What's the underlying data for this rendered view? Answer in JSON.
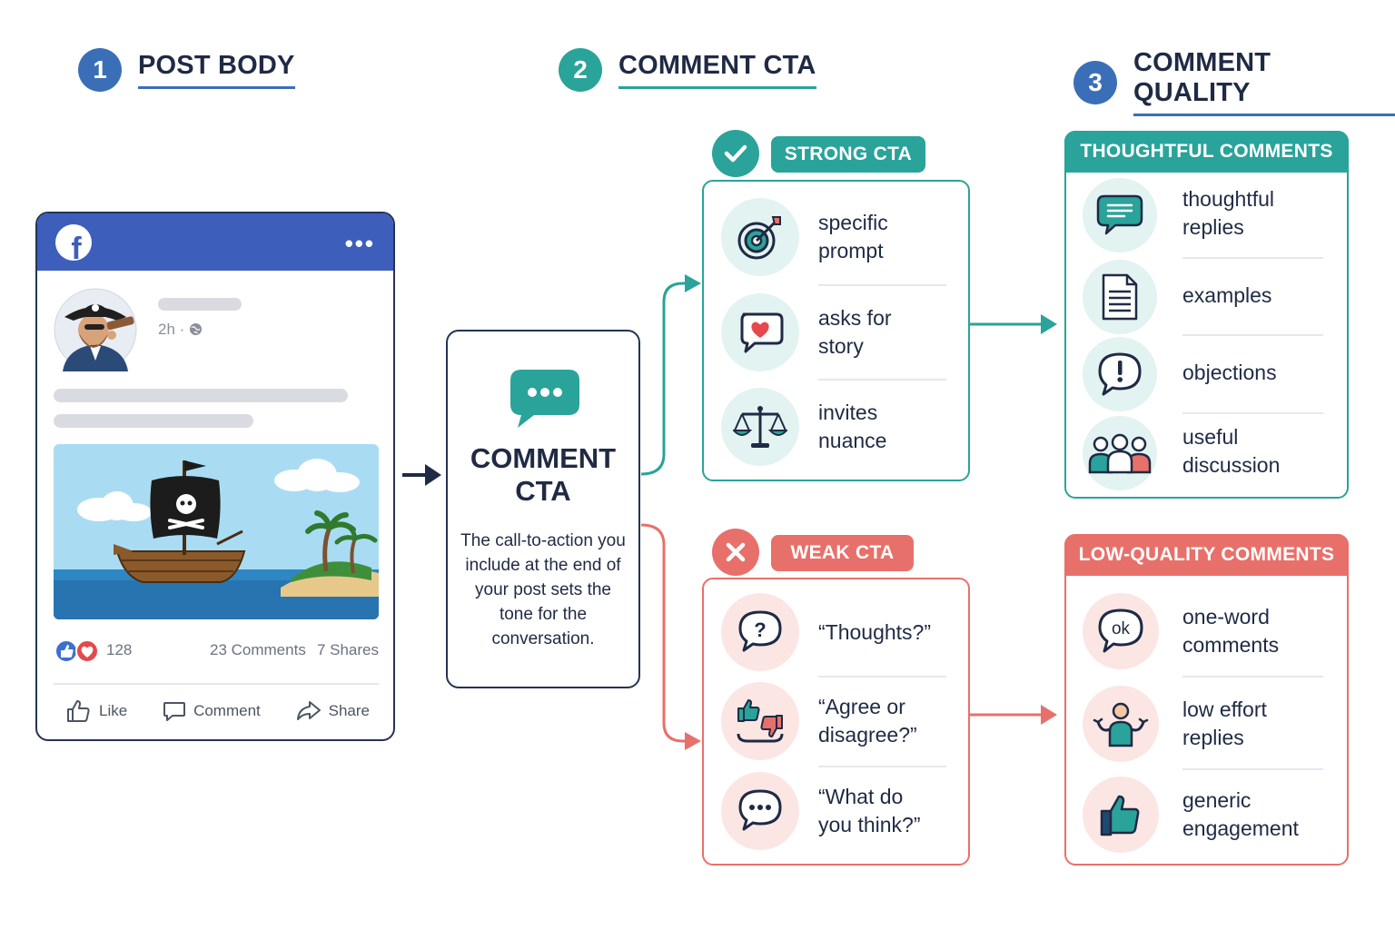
{
  "steps": [
    {
      "number": "1",
      "title": "POST BODY",
      "color": "#3a6fb8"
    },
    {
      "number": "2",
      "title": "COMMENT CTA",
      "color": "#2aa39a"
    },
    {
      "number": "3",
      "title": "COMMENT QUALITY",
      "color": "#3a6fb8"
    }
  ],
  "post": {
    "time": "2h ·",
    "reactions_count": "128",
    "comments": "23 Comments",
    "shares": "7 Shares",
    "actions": {
      "like": "Like",
      "comment": "Comment",
      "share": "Share"
    }
  },
  "cta": {
    "title_line1": "COMMENT",
    "title_line2": "CTA",
    "description": "The call-to-action you include at the end of your post sets the tone for the conversation."
  },
  "strong": {
    "label": "STRONG CTA",
    "items": [
      {
        "line1": "specific",
        "line2": "prompt",
        "icon": "target-icon"
      },
      {
        "line1": "asks for",
        "line2": "story",
        "icon": "heart-bubble-icon"
      },
      {
        "line1": "invites",
        "line2": "nuance",
        "icon": "scales-icon"
      }
    ]
  },
  "weak": {
    "label": "WEAK CTA",
    "items": [
      {
        "line1": "“Thoughts?”",
        "line2": "",
        "icon": "question-bubble-icon"
      },
      {
        "line1": "“Agree or",
        "line2": "disagree?”",
        "icon": "thumbs-up-down-icon"
      },
      {
        "line1": "“What do",
        "line2": "you think?”",
        "icon": "ellipsis-bubble-icon"
      }
    ]
  },
  "thoughtful": {
    "header": "THOUGHTFUL COMMENTS",
    "items": [
      {
        "line1": "thoughtful",
        "line2": "replies",
        "icon": "chat-bubble-icon"
      },
      {
        "line1": "examples",
        "line2": "",
        "icon": "document-icon"
      },
      {
        "line1": "objections",
        "line2": "",
        "icon": "exclamation-bubble-icon"
      },
      {
        "line1": "useful",
        "line2": "discussion",
        "icon": "people-group-icon"
      }
    ]
  },
  "lowq": {
    "header": "LOW-QUALITY COMMENTS",
    "items": [
      {
        "line1": "one-word",
        "line2": "comments",
        "icon": "ok-bubble-icon",
        "bubble_text": "ok"
      },
      {
        "line1": "low effort",
        "line2": "replies",
        "icon": "shrug-person-icon"
      },
      {
        "line1": "generic",
        "line2": "engagement",
        "icon": "thumbs-up-icon"
      }
    ]
  },
  "colors": {
    "teal": "#2aa39a",
    "red": "#e8706a",
    "blue": "#3a6fb8",
    "navy": "#253352",
    "facebook": "#3d5ebb"
  }
}
